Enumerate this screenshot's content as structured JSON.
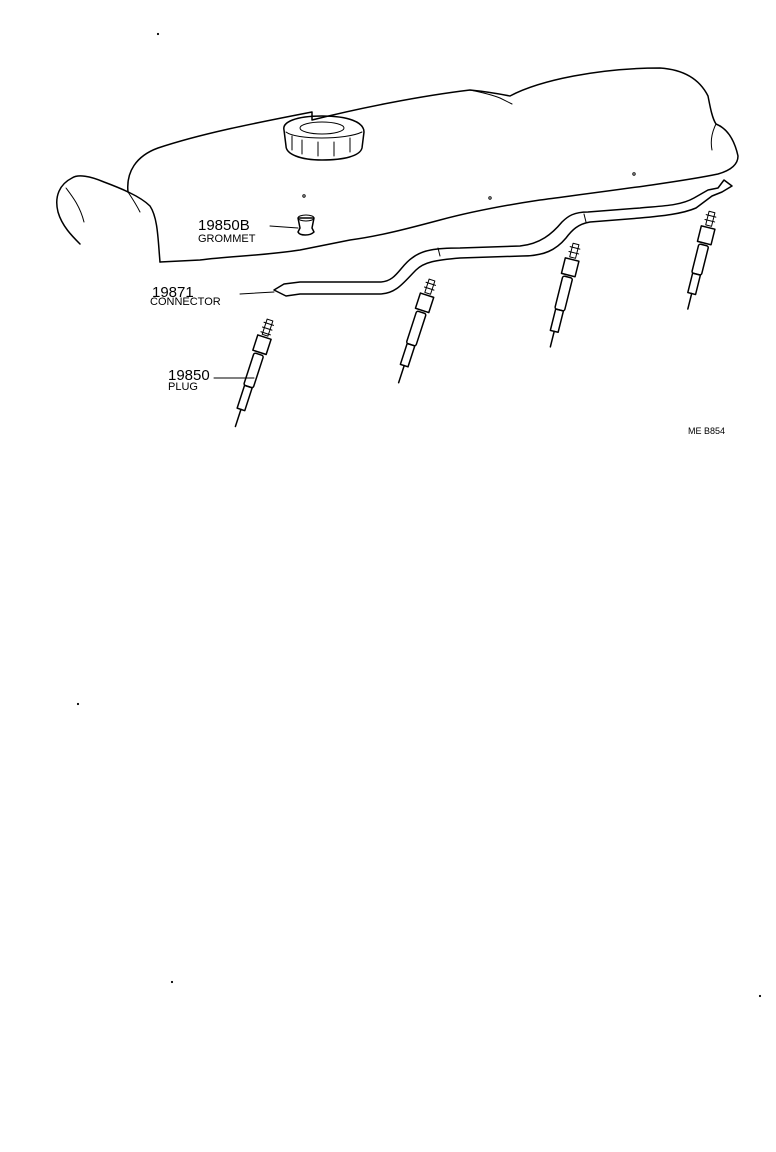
{
  "parts": {
    "grommet": {
      "number": "19850B",
      "name": "GROMMET"
    },
    "connector": {
      "number": "19871",
      "name": "CONNECTOR"
    },
    "plug": {
      "number": "19850",
      "name": "PLUG"
    }
  },
  "figure_code": "ME B854"
}
